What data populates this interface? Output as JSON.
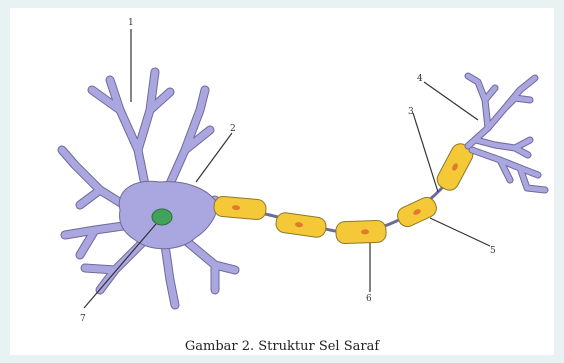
{
  "figure": {
    "caption": "Gambar 2. Struktur Sel Saraf",
    "labels": [
      "1",
      "2",
      "3",
      "4",
      "5",
      "6",
      "7"
    ]
  },
  "colors": {
    "neuron": "#aaa6df",
    "neuron_outline": "#6f6a9a",
    "myelin": "#f5c838",
    "myelin_outline": "#8a7a2a",
    "nucleus": "#3fa35a",
    "myelin_nucleus": "#e07b2e",
    "leader_line": "#333333"
  }
}
